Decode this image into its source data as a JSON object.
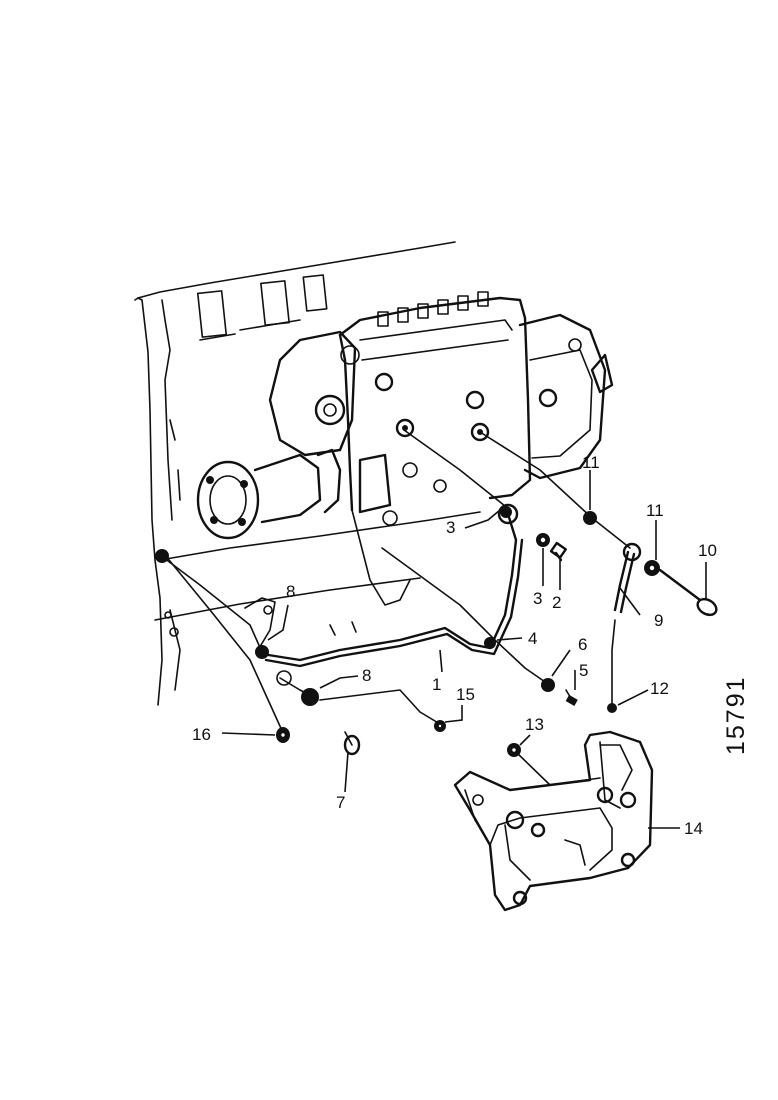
{
  "diagram": {
    "reference_number": "15791",
    "callouts": [
      {
        "id": "c1",
        "label": "1"
      },
      {
        "id": "c2",
        "label": "2"
      },
      {
        "id": "c3a",
        "label": "3"
      },
      {
        "id": "c3b",
        "label": "3"
      },
      {
        "id": "c4",
        "label": "4"
      },
      {
        "id": "c5",
        "label": "5"
      },
      {
        "id": "c6",
        "label": "6"
      },
      {
        "id": "c7",
        "label": "7"
      },
      {
        "id": "c8a",
        "label": "8"
      },
      {
        "id": "c8b",
        "label": "8"
      },
      {
        "id": "c9",
        "label": "9"
      },
      {
        "id": "c10",
        "label": "10"
      },
      {
        "id": "c11a",
        "label": "11"
      },
      {
        "id": "c11b",
        "label": "11"
      },
      {
        "id": "c12",
        "label": "12"
      },
      {
        "id": "c13",
        "label": "13"
      },
      {
        "id": "c14",
        "label": "14"
      },
      {
        "id": "c15",
        "label": "15"
      },
      {
        "id": "c16",
        "label": "16"
      }
    ]
  }
}
